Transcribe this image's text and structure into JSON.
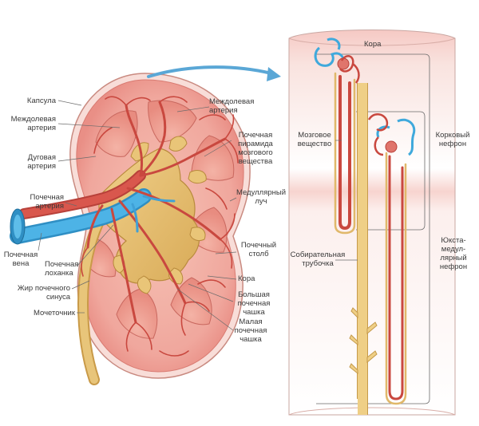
{
  "labels": {
    "capsule": "Капсула",
    "interlobar_artery_left": "Междолевая\nартерия",
    "arcuate_artery": "Дуговая\nартерия",
    "renal_artery": "Почечная\nартерия",
    "renal_vein": "Почечная\nвена",
    "renal_pelvis": "Почечная\nлоханка",
    "sinus_fat": "Жир почечного\nсинуса",
    "ureter": "Мочеточник",
    "interlobar_artery_top": "Междолевая\nартерия",
    "renal_pyramid": "Почечная\nпирамида\nмозгового\nвещества",
    "medullary_ray": "Медуллярный\nлуч",
    "renal_column": "Почечный\nстолб",
    "cortex": "Кора",
    "major_calyx": "Большая\nпочечная\nчашка",
    "minor_calyx": "Малая\nпочечная\nчашка",
    "panel_cortex": "Кора",
    "medulla": "Мозговое\nвещество",
    "cortical_nephron": "Корковый\nнефрон",
    "collecting_duct": "Собирательная\nтрубочка",
    "juxtamedullary_nephron": "Юкста-\nмедул-\nлярный\nнефрон"
  },
  "colors": {
    "cortex": "#f2a8a0",
    "capsule": "#f7dcd6",
    "pelvis": "#e8c477",
    "artery": "#d5544b",
    "vein": "#3fa9dc",
    "tubule": "#e0b86a"
  }
}
